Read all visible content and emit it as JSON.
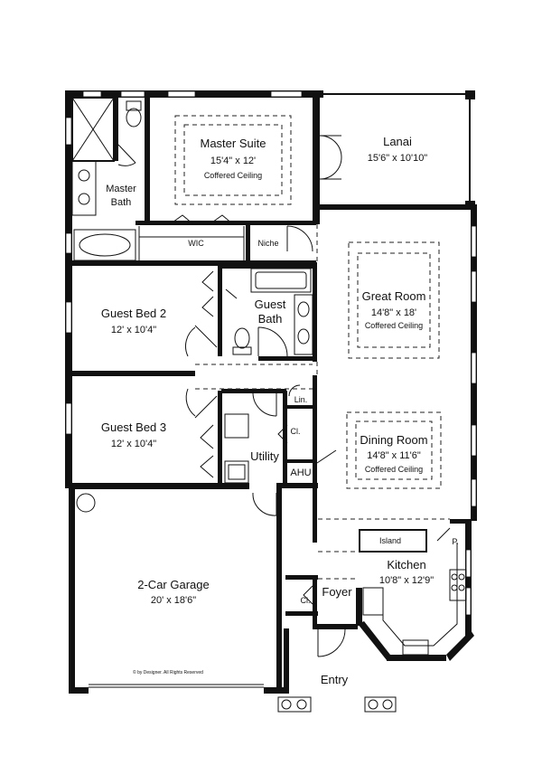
{
  "rooms": {
    "master_suite": {
      "name": "Master Suite",
      "dim": "15'4\" x 12'",
      "note": "Coffered Ceiling"
    },
    "master_bath": {
      "name_line1": "Master",
      "name_line2": "Bath"
    },
    "lanai": {
      "name": "Lanai",
      "dim": "15'6\" x 10'10\""
    },
    "wic": {
      "name": "WIC"
    },
    "niche": {
      "name": "Niche"
    },
    "guest_bed_2": {
      "name": "Guest Bed 2",
      "dim": "12' x 10'4\""
    },
    "guest_bath": {
      "name_line1": "Guest",
      "name_line2": "Bath"
    },
    "great_room": {
      "name": "Great Room",
      "dim": "14'8\" x 18'",
      "note": "Coffered Ceiling"
    },
    "lin": {
      "name": "Lin."
    },
    "guest_bed_3": {
      "name": "Guest Bed 3",
      "dim": "12' x 10'4\""
    },
    "cl_utility": {
      "name": "Cl."
    },
    "utility": {
      "name": "Utility"
    },
    "ahu": {
      "name": "AHU"
    },
    "dining_room": {
      "name": "Dining Room",
      "dim": "14'8\" x 11'6\"",
      "note": "Coffered Ceiling"
    },
    "island": {
      "name": "Island"
    },
    "pantry": {
      "name": "P."
    },
    "kitchen": {
      "name": "Kitchen",
      "dim": "10'8\" x 12'9\""
    },
    "garage": {
      "name": "2-Car Garage",
      "dim": "20' x 18'6\""
    },
    "foyer": {
      "name": "Foyer"
    },
    "cl_foyer": {
      "name": "Cl."
    },
    "entry": {
      "name": "Entry"
    }
  },
  "copyright": "© by Designer. All Rights Reserved"
}
